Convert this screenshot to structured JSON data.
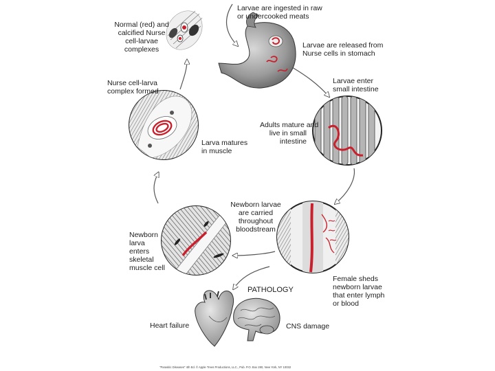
{
  "labels": {
    "ingested": [
      "Larvae are ingested in raw",
      "or undercooked meats"
    ],
    "released": [
      "Larvae are released from",
      "Nurse cells in stomach"
    ],
    "enter_intestine": [
      "Larvae enter",
      "small intestine"
    ],
    "adults": [
      "Adults mature and",
      "live in small",
      "intestine"
    ],
    "calcified": [
      "Normal (red) and",
      "calcified Nurse",
      "cell-larvae",
      "complexes"
    ],
    "complex_formed": [
      "Nurse cell-larva",
      "complex formed"
    ],
    "matures": [
      "Larva matures",
      "in muscle"
    ],
    "carried": [
      "Newborn larvae",
      "are carried",
      "throughout",
      "bloodstream"
    ],
    "enters_muscle": [
      "Newborn",
      "larva",
      "enters",
      "skeletal",
      "muscle cell"
    ],
    "female_sheds": [
      "Female sheds",
      "newborn larvae",
      "that enter lymph",
      "or blood"
    ],
    "pathology": [
      "PATHOLOGY"
    ],
    "heart": [
      "Heart failure"
    ],
    "cns": [
      "CNS damage"
    ]
  },
  "footer": "\"Parasitic Diseases\" 4th Ed. © Apple Trees Productions, LLC., Pub. P.O. Box 280, New York, NY 10032",
  "colors": {
    "larva_red": "#c8202c",
    "gray": "#7d7d7d",
    "line": "#333333"
  }
}
